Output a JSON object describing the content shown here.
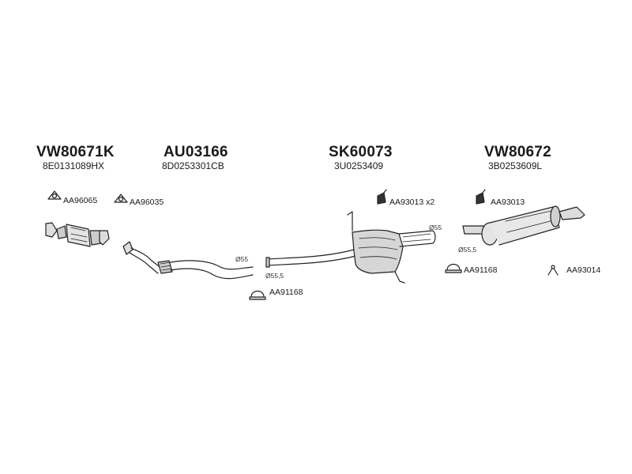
{
  "assemblies": [
    {
      "part_no": "VW80671K",
      "oem_no": "8E0131089HX"
    },
    {
      "part_no": "AU03166",
      "oem_no": "8D0253301CB"
    },
    {
      "part_no": "SK60073",
      "oem_no": "3U0253409"
    },
    {
      "part_no": "VW80672",
      "oem_no": "3B0253609L"
    }
  ],
  "accessories": {
    "gasket_1": "AA96065",
    "gasket_2": "AA96035",
    "clamp_mid": "AA91168",
    "hanger_mid": "AA93013",
    "hanger_mid_qty": "x2",
    "hanger_rear": "AA93013",
    "clamp_rear": "AA91168",
    "hanger_tail": "AA93014"
  },
  "dimensions": {
    "front_pipe_dia": "Ø55",
    "mid_inlet_dia": "Ø55,5",
    "mid_outlet_dia": "Ø55",
    "rear_inlet_dia": "Ø55,5"
  },
  "colors": {
    "line": "#222222",
    "fill_light": "#e6e6e6",
    "fill_mid": "#c8c8c8"
  }
}
